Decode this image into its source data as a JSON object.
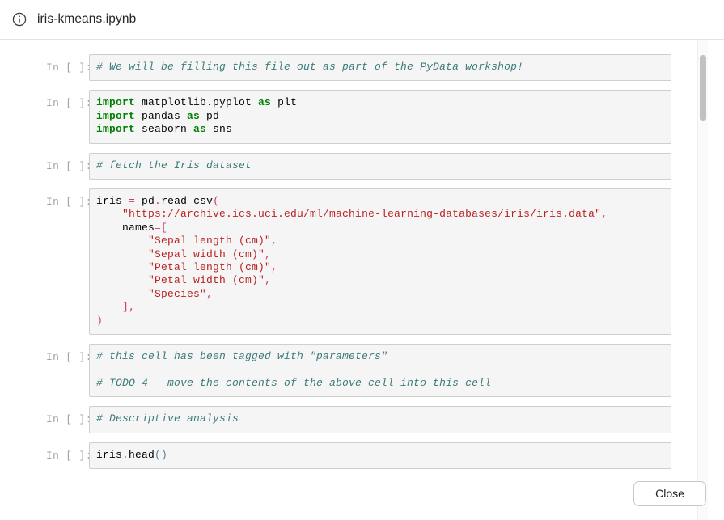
{
  "header": {
    "icon": "info-circle-icon",
    "title": "iris-kmeans.ipynb"
  },
  "notebook": {
    "prompt_label": "In [ ]:",
    "cells": [
      {
        "id": "cell-1",
        "prompt": "In [ ]:",
        "lines": [
          [
            {
              "t": "c",
              "v": "# We will be filling this file out as part of the PyData workshop!"
            }
          ]
        ]
      },
      {
        "id": "cell-2",
        "prompt": "In [ ]:",
        "lines": [
          [
            {
              "t": "k",
              "v": "import"
            },
            {
              "t": "n",
              "v": " matplotlib.pyplot "
            },
            {
              "t": "k",
              "v": "as"
            },
            {
              "t": "n",
              "v": " plt"
            }
          ],
          [
            {
              "t": "k",
              "v": "import"
            },
            {
              "t": "n",
              "v": " pandas "
            },
            {
              "t": "k",
              "v": "as"
            },
            {
              "t": "n",
              "v": " pd"
            }
          ],
          [
            {
              "t": "k",
              "v": "import"
            },
            {
              "t": "n",
              "v": " seaborn "
            },
            {
              "t": "k",
              "v": "as"
            },
            {
              "t": "n",
              "v": " sns"
            }
          ]
        ]
      },
      {
        "id": "cell-3",
        "prompt": "In [ ]:",
        "lines": [
          [
            {
              "t": "c",
              "v": "# fetch the Iris dataset"
            }
          ]
        ]
      },
      {
        "id": "cell-4",
        "prompt": "In [ ]:",
        "lines": [
          [
            {
              "t": "n",
              "v": "iris "
            },
            {
              "t": "o",
              "v": "="
            },
            {
              "t": "n",
              "v": " pd"
            },
            {
              "t": "o",
              "v": "."
            },
            {
              "t": "n",
              "v": "read_csv"
            },
            {
              "t": "p",
              "v": "("
            }
          ],
          [
            {
              "t": "n",
              "v": "    "
            },
            {
              "t": "s",
              "v": "\"https://archive.ics.uci.edu/ml/machine-learning-databases/iris/iris.data\""
            },
            {
              "t": "p",
              "v": ","
            }
          ],
          [
            {
              "t": "n",
              "v": "    names"
            },
            {
              "t": "o",
              "v": "="
            },
            {
              "t": "p",
              "v": "["
            }
          ],
          [
            {
              "t": "n",
              "v": "        "
            },
            {
              "t": "s",
              "v": "\"Sepal length (cm)\""
            },
            {
              "t": "p",
              "v": ","
            }
          ],
          [
            {
              "t": "n",
              "v": "        "
            },
            {
              "t": "s",
              "v": "\"Sepal width (cm)\""
            },
            {
              "t": "p",
              "v": ","
            }
          ],
          [
            {
              "t": "n",
              "v": "        "
            },
            {
              "t": "s",
              "v": "\"Petal length (cm)\""
            },
            {
              "t": "p",
              "v": ","
            }
          ],
          [
            {
              "t": "n",
              "v": "        "
            },
            {
              "t": "s",
              "v": "\"Petal width (cm)\""
            },
            {
              "t": "p",
              "v": ","
            }
          ],
          [
            {
              "t": "n",
              "v": "        "
            },
            {
              "t": "s",
              "v": "\"Species\""
            },
            {
              "t": "p",
              "v": ","
            }
          ],
          [
            {
              "t": "n",
              "v": "    "
            },
            {
              "t": "p",
              "v": "],"
            }
          ],
          [
            {
              "t": "p",
              "v": ")"
            }
          ]
        ]
      },
      {
        "id": "cell-5",
        "prompt": "In [ ]:",
        "lines": [
          [
            {
              "t": "c",
              "v": "# this cell has been tagged with \"parameters\""
            }
          ],
          [
            {
              "t": "n",
              "v": ""
            }
          ],
          [
            {
              "t": "c",
              "v": "# TODO 4 – move the contents of the above cell into this cell"
            }
          ]
        ]
      },
      {
        "id": "cell-6",
        "prompt": "In [ ]:",
        "lines": [
          [
            {
              "t": "c",
              "v": "# Descriptive analysis"
            }
          ]
        ]
      },
      {
        "id": "cell-7",
        "prompt": "In [ ]:",
        "lines": [
          [
            {
              "t": "n",
              "v": "iris"
            },
            {
              "t": "o",
              "v": "."
            },
            {
              "t": "n",
              "v": "head"
            },
            {
              "t": "pb",
              "v": "()"
            }
          ]
        ]
      }
    ]
  },
  "footer": {
    "close_label": "Close"
  },
  "scrollbar": {
    "thumb_top_pct": 3,
    "thumb_height_pct": 14
  },
  "colors": {
    "comment": "#3d7b7b",
    "keyword": "#008000",
    "string": "#ba2121",
    "operator": "#d2386c",
    "paren": "#5a7d9a",
    "cell_background": "#f5f5f5",
    "cell_border": "#cfcfcf",
    "prompt": "#a3a3a3"
  }
}
